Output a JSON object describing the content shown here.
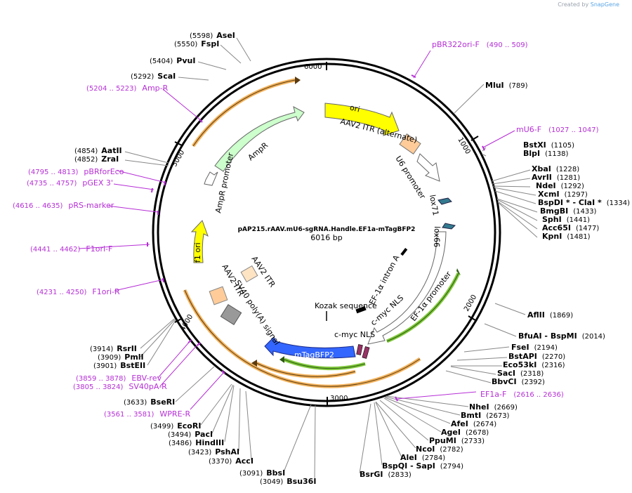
{
  "credit": {
    "prefix": "Created by",
    "brand": "SnapGene"
  },
  "plasmid": {
    "name": "pAP215.rAAV.mU6-sgRNA.Handle.EF1a-mTagBFP2",
    "length": "6016 bp",
    "total_bp": 6016
  },
  "ticks": [
    "1000",
    "2000",
    "3000",
    "4000",
    "5000",
    "6000"
  ],
  "enzymes": [
    {
      "name": "AseI",
      "pos": "(5598)"
    },
    {
      "name": "FspI",
      "pos": "(5550)"
    },
    {
      "name": "PvuI",
      "pos": "(5404)"
    },
    {
      "name": "ScaI",
      "pos": "(5292)"
    },
    {
      "name": "AatII",
      "pos": "(4854)"
    },
    {
      "name": "ZraI",
      "pos": "(4852)"
    },
    {
      "name": "MluI",
      "pos": "(789)"
    },
    {
      "name": "BstXI",
      "pos": "(1105)"
    },
    {
      "name": "BlpI",
      "pos": "(1138)"
    },
    {
      "name": "XbaI",
      "pos": "(1228)"
    },
    {
      "name": "AvrII",
      "pos": "(1281)"
    },
    {
      "name": "NdeI",
      "pos": "(1292)"
    },
    {
      "name": "XcmI",
      "pos": "(1297)"
    },
    {
      "name": "BspDI * - ClaI *",
      "pos": "(1334)"
    },
    {
      "name": "BmgBI",
      "pos": "(1433)"
    },
    {
      "name": "SphI",
      "pos": "(1441)"
    },
    {
      "name": "Acc65I",
      "pos": "(1477)"
    },
    {
      "name": "KpnI",
      "pos": "(1481)"
    },
    {
      "name": "AflII",
      "pos": "(1869)"
    },
    {
      "name": "BfuAI - BspMI",
      "pos": "(2014)"
    },
    {
      "name": "FseI",
      "pos": "(2194)"
    },
    {
      "name": "BstAPI",
      "pos": "(2270)"
    },
    {
      "name": "Eco53kI",
      "pos": "(2316)"
    },
    {
      "name": "SacI",
      "pos": "(2318)"
    },
    {
      "name": "BbvCI",
      "pos": "(2392)"
    },
    {
      "name": "NheI",
      "pos": "(2669)"
    },
    {
      "name": "BmtI",
      "pos": "(2673)"
    },
    {
      "name": "AfeI",
      "pos": "(2674)"
    },
    {
      "name": "AgeI",
      "pos": "(2678)"
    },
    {
      "name": "PpuMI",
      "pos": "(2733)"
    },
    {
      "name": "NcoI",
      "pos": "(2782)"
    },
    {
      "name": "AleI",
      "pos": "(2784)"
    },
    {
      "name": "BspQI - SapI",
      "pos": "(2794)"
    },
    {
      "name": "BsrGI",
      "pos": "(2833)"
    },
    {
      "name": "RsrII",
      "pos": "(3914)"
    },
    {
      "name": "PmlI",
      "pos": "(3909)"
    },
    {
      "name": "BstEII",
      "pos": "(3901)"
    },
    {
      "name": "BseRI",
      "pos": "(3633)"
    },
    {
      "name": "EcoRI",
      "pos": "(3499)"
    },
    {
      "name": "PacI",
      "pos": "(3494)"
    },
    {
      "name": "HindIII",
      "pos": "(3486)"
    },
    {
      "name": "PshAI",
      "pos": "(3423)"
    },
    {
      "name": "AccI",
      "pos": "(3370)"
    },
    {
      "name": "BbsI",
      "pos": "(3091)"
    },
    {
      "name": "Bsu36I",
      "pos": "(3049)"
    }
  ],
  "primers": [
    {
      "name": "pBR322ori-F",
      "range": "(490 .. 509)"
    },
    {
      "name": "mU6-F",
      "range": "(1027 .. 1047)"
    },
    {
      "name": "Amp-R",
      "range": "(5204 .. 5223)"
    },
    {
      "name": "pBRforEco",
      "range": "(4795 .. 4813)"
    },
    {
      "name": "pGEX 3'",
      "range": "(4735 .. 4757)"
    },
    {
      "name": "pRS-marker",
      "range": "(4616 .. 4635)"
    },
    {
      "name": "F1ori-F",
      "range": "(4441 .. 4462)"
    },
    {
      "name": "F1ori-R",
      "range": "(4231 .. 4250)"
    },
    {
      "name": "EBV-rev",
      "range": "(3859 .. 3878)"
    },
    {
      "name": "SV40pA-R",
      "range": "(3805 .. 3824)"
    },
    {
      "name": "WPRE-R",
      "range": "(3561 .. 3581)"
    },
    {
      "name": "EF1a-F",
      "range": "(2616 .. 2636)"
    }
  ],
  "features": [
    {
      "name": "ori",
      "color": "#ffff00"
    },
    {
      "name": "AAV2 ITR (alternate)",
      "color": "#ffcc99"
    },
    {
      "name": "U6 promoter",
      "color": "#ffffff"
    },
    {
      "name": "lox71",
      "color": "#337a8f"
    },
    {
      "name": "lox66",
      "color": "#337a8f"
    },
    {
      "name": "EF-1α intron A",
      "color": "#000000"
    },
    {
      "name": "EF-1α promoter",
      "color": "#ffffff"
    },
    {
      "name": "Kozak sequence",
      "color": "#000000"
    },
    {
      "name": "c-myc NLS",
      "color": "#993366"
    },
    {
      "name": "c-myc NLS",
      "color": "#993366"
    },
    {
      "name": "mTagBFP2",
      "color": "#3366ff"
    },
    {
      "name": "SV40 poly(A) signal",
      "color": "#999999"
    },
    {
      "name": "AAV2 ITR",
      "color": "#ffcc99"
    },
    {
      "name": "AAV2 ITR",
      "color": "#ffe4c4"
    },
    {
      "name": "f1 ori",
      "color": "#ffff00"
    },
    {
      "name": "AmpR promoter",
      "color": "#ffffff"
    },
    {
      "name": "AmpR",
      "color": "#ccffcc"
    }
  ],
  "colors": {
    "backbone": "#000000",
    "primer": "#b62fd6",
    "orf": "#f2b25c",
    "green_orf": "#80c83c"
  }
}
